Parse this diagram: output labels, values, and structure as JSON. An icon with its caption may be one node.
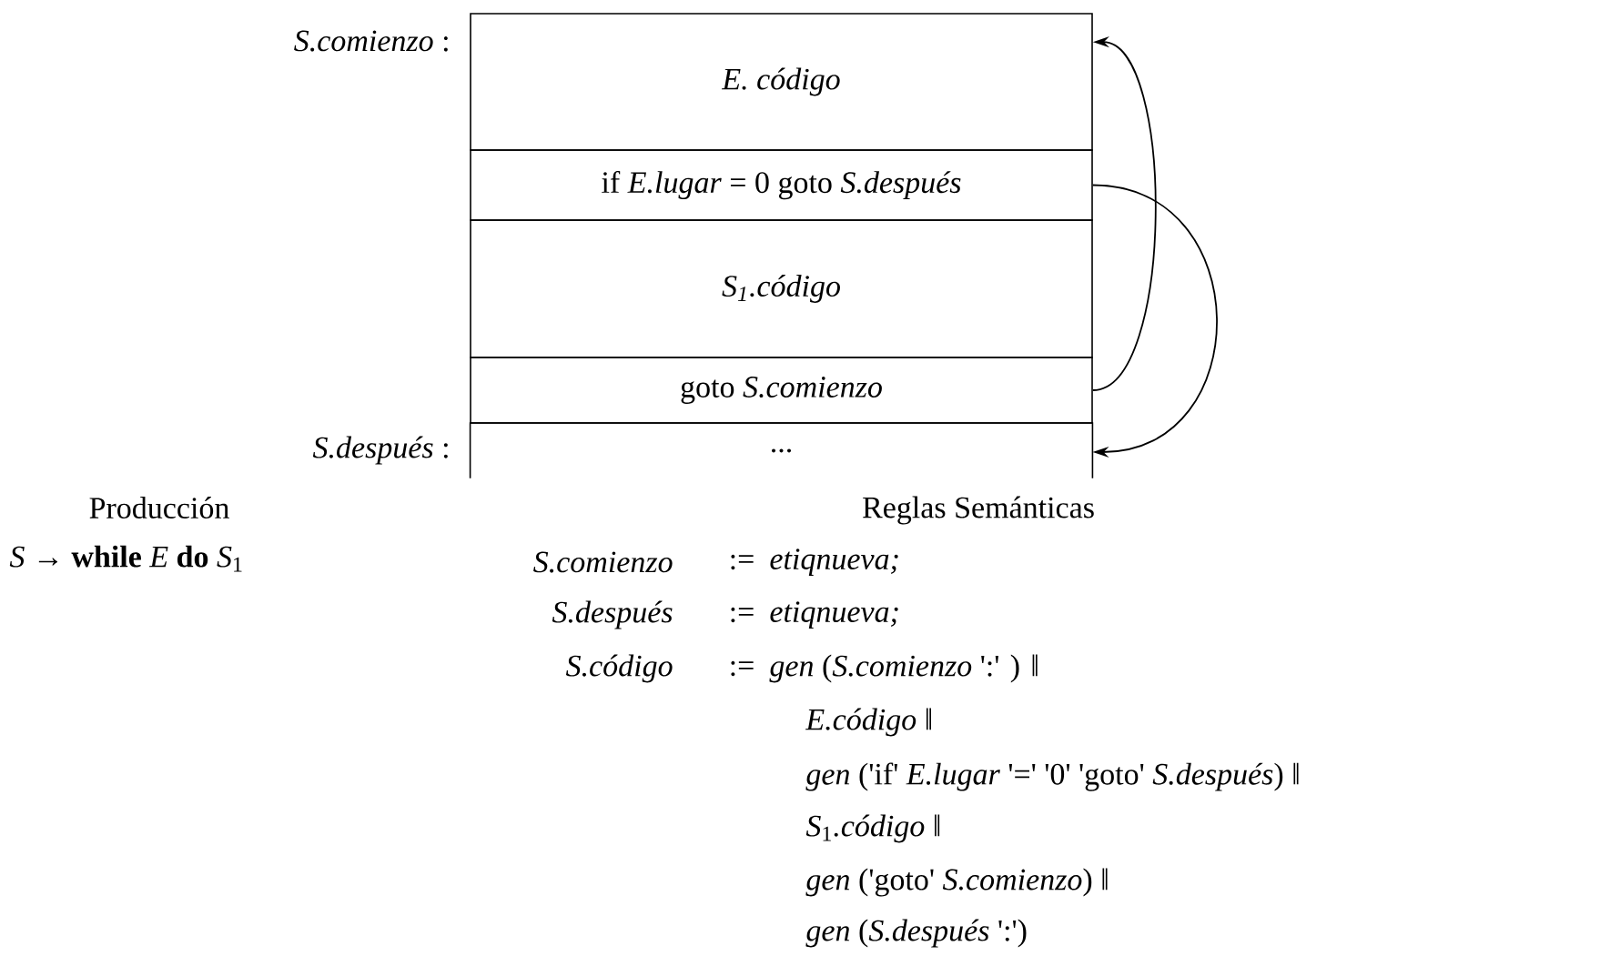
{
  "diagram": {
    "nodes": [
      {
        "text": [
          "E. código"
        ],
        "beside": [
          "*S.comienzo* :"
        ]
      },
      {
        "text": [
          "if *E.lugar* = 0 goto *S.después*"
        ]
      },
      {
        "text": [
          "S$_{1}$.código"
        ]
      },
      {
        "text": [
          "goto *S.comienzo*"
        ]
      },
      {
        "text": [
          "..."
        ],
        "beside": [
          "*S.después* :"
        ]
      }
    ],
    "edges": [
      {
        "from": 3,
        "to": 0,
        "arrow": "to"
      },
      {
        "from": 1,
        "to": 4,
        "arrow": "to"
      }
    ],
    "labels": [
      "Producción",
      "*S* → **while** *E* **do** *S*$_{1}$",
      "Reglas Semánticas",
      "S.comienzo",
      ":=",
      "etiqnueva;",
      "S.después",
      ":=",
      "etiqnueva;",
      "S.código",
      ":=",
      "*gen* (*S.comienzo* ':' ) ‖",
      "*E.código* ‖",
      "*gen* ('if' *E.lugar* '=' '0' 'goto' *S.después*) ‖",
      "*S*$_{1}$*.código* ‖",
      "*gen* ('goto' *S.comienzo*) ‖",
      "*gen* (*S.después* ':')"
    ]
  }
}
